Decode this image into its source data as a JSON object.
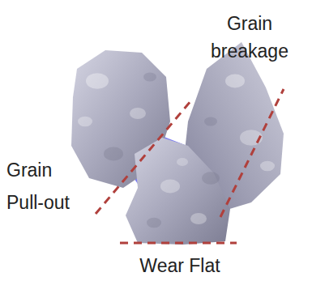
{
  "diagram": {
    "labels": [
      "Grain breakage",
      "Grain Pull-out",
      "Wear Flat"
    ]
  }
}
